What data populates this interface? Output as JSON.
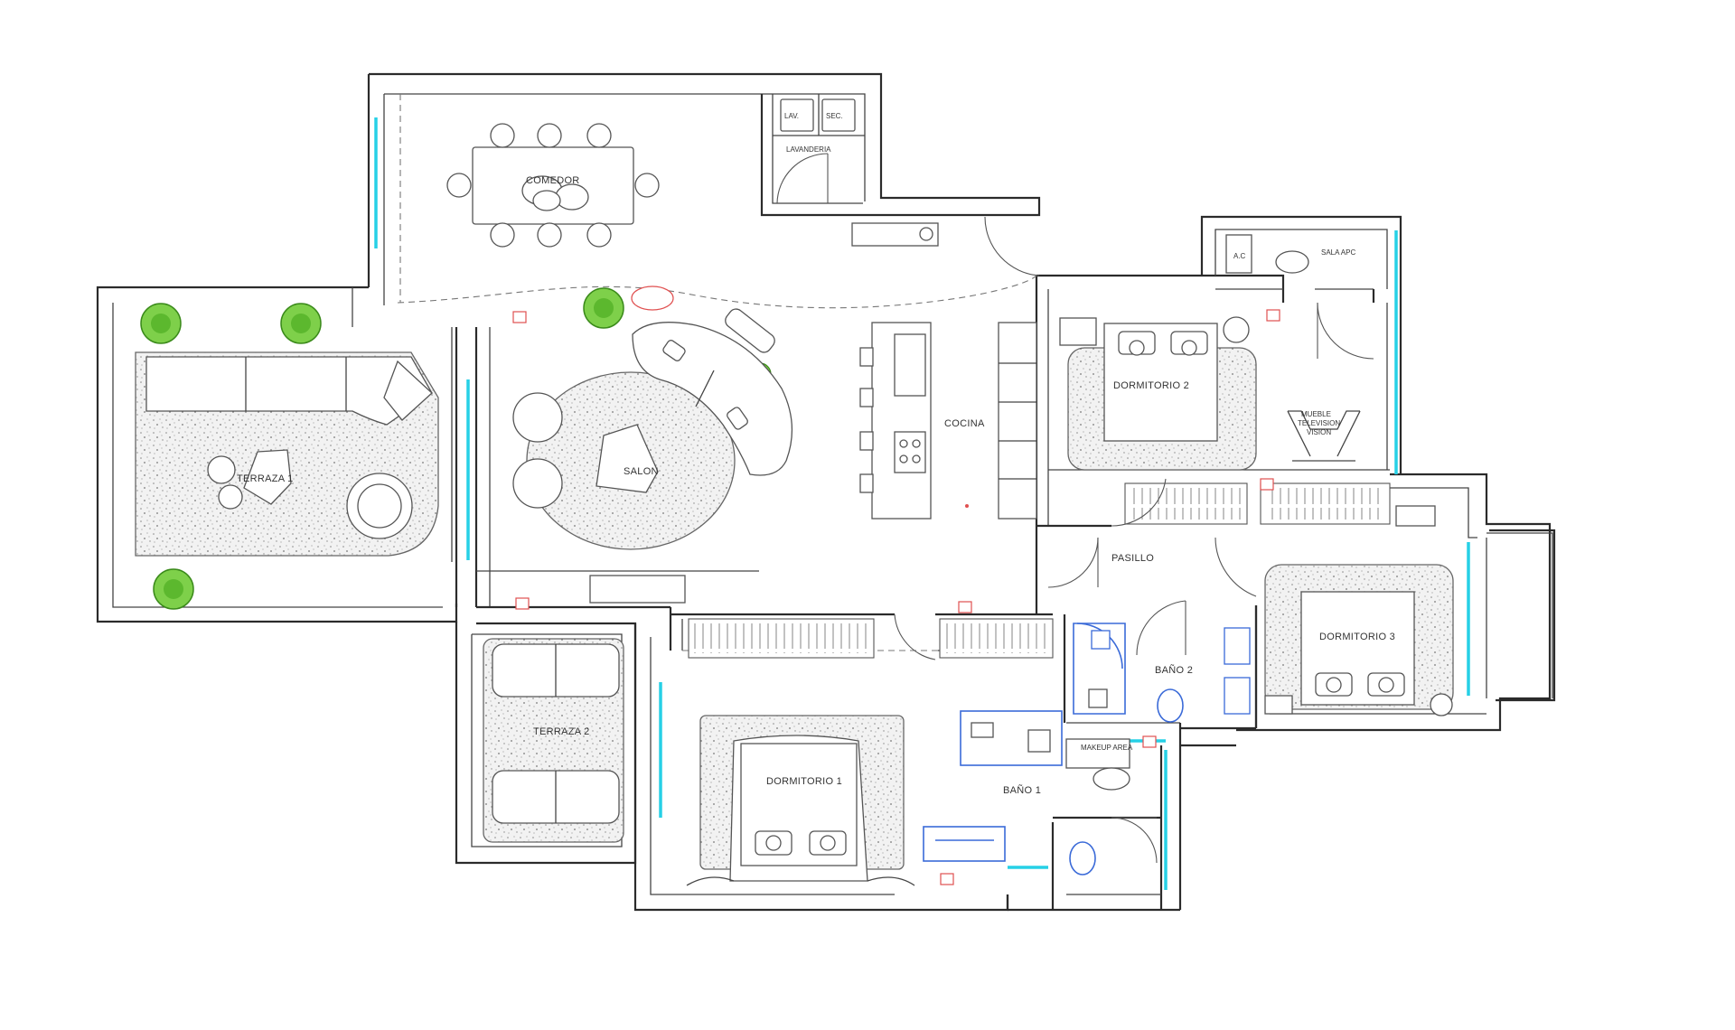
{
  "rooms": {
    "comedor": "COMEDOR",
    "lavanderia": "LAVANDERIA",
    "lav": "LAV.",
    "sec": "SEC.",
    "sala_apc": "SALA APC",
    "ac": "A.C",
    "cocina": "COCINA",
    "salon": "SALON",
    "terraza1": "TERRAZA 1",
    "terraza2": "TERRAZA 2",
    "dormitorio1": "DORMITORIO 1",
    "dormitorio2": "DORMITORIO 2",
    "dormitorio3": "DORMITORIO 3",
    "pasillo": "PASILLO",
    "bano1": "BAÑO 1",
    "bano2": "BAÑO 2",
    "makeup": "MAKEUP AREA",
    "tv_line1": "MUEBLE",
    "tv_line2": "TELEVISION",
    "tv_line3": "VISION"
  },
  "colors": {
    "wall": "#2b2b2b",
    "glass": "#26d0e6",
    "plant": "#5cb82e",
    "outlet": "#e05050",
    "fixture_blue": "#3a6ad8"
  }
}
